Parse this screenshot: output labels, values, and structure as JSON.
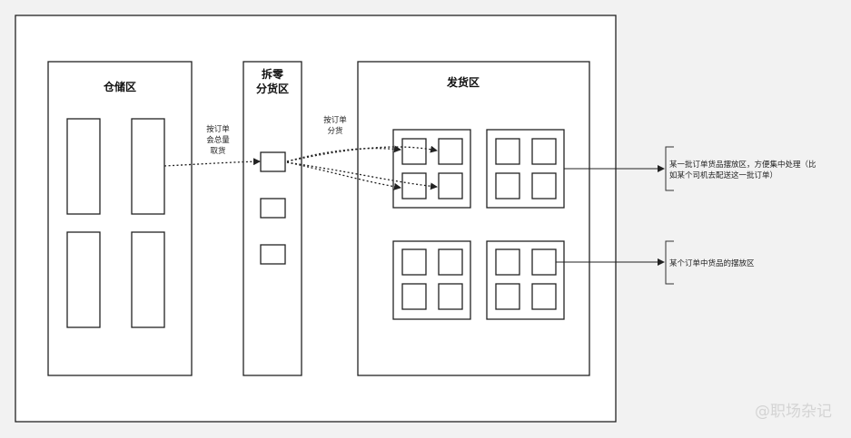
{
  "diagram": {
    "warehouse_title": "仓储区",
    "split_title_line1": "拆零",
    "split_title_line2": "分货区",
    "shipping_title": "发货区",
    "label_pick": [
      "按订单",
      "会总量",
      "取货"
    ],
    "label_sort": [
      "按订单",
      "分货"
    ],
    "note_batch": [
      "某一批订单货品摆放区，方便集中处理（比",
      "如某个司机去配送这一批订单）"
    ],
    "note_single": "某个订单中货品的摆放区"
  },
  "watermark": "@职场杂记",
  "colors": {
    "background": "#f2f2f2",
    "box_fill": "#ffffff",
    "line": "#222222"
  }
}
